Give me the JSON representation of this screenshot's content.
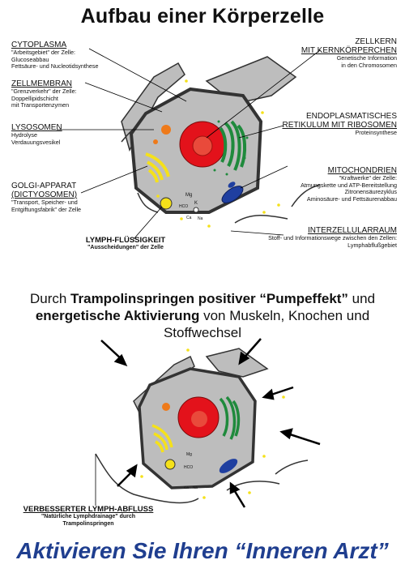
{
  "title": "Aufbau einer Körperzelle",
  "labels": {
    "cytoplasma": {
      "head": "CYTOPLASMA",
      "lines": [
        "\"Arbeitsgebiet\" der Zelle:",
        "Glucoseabbau",
        "Fettsäure- und Nucleotidsynthese"
      ]
    },
    "zellmembran": {
      "head": "ZELLMEMBRAN",
      "lines": [
        "\"Grenzverkehr\" der Zelle:",
        "Doppellipidschicht",
        "mit Transportenzymen"
      ]
    },
    "lysosomen": {
      "head": "LYSOSOMEN",
      "lines": [
        "Hydrolyse",
        "Verdauungsvesikel"
      ]
    },
    "golgi": {
      "head1": "GOLGI-APPARAT",
      "head2": "(DICTYOSOMEN)",
      "lines": [
        "\"Transport, Speicher- und",
        "Entgiftungsfabrik\" der Zelle"
      ]
    },
    "lymph": {
      "head": "LYMPH-FLÜSSIGKEIT",
      "sub": "\"Ausscheidungen\" der Zelle"
    },
    "zellkern": {
      "head1": "ZELLKERN",
      "head2": "MIT KERNKÖRPERCHEN",
      "lines": [
        "Genetische Information",
        "in den Chromosomen"
      ]
    },
    "er": {
      "head1": "ENDOPLASMATISCHES",
      "head2": "RETIKULUM MIT RIBOSOMEN",
      "lines": [
        "Proteinsynthese"
      ]
    },
    "mito": {
      "head": "MITOCHONDRIEN",
      "lines": [
        "\"Kraftwerke\" der Zelle:",
        "Atmungskette und ATP-Bereitstellung",
        "Zitronensäurezyklus",
        "Aminosäure- und Fettsäurenabbau"
      ]
    },
    "interzell": {
      "head": "INTERZELLULARRAUM",
      "lines": [
        "Stoff- und Informationswege zwischen den Zellen:",
        "Lymphabflußgebiet"
      ]
    },
    "verbessert": {
      "head": "VERBESSERTER LYMPH-ABFLUSS",
      "lines": [
        "\"Natürliche Lymphdrainage\" durch",
        "Trampolinspringen"
      ]
    }
  },
  "ions": {
    "mg": "Mg",
    "hco3": "HCO",
    "ca": "Ca",
    "k": "K",
    "na": "Na"
  },
  "middle": {
    "line1_a": "Durch ",
    "line1_b": "Trampolinspringen positiver “Pumpeffekt”",
    "line1_c": " und",
    "line2_a": "energetische Aktivierung",
    "line2_b": " von Muskeln, Knochen und Stoffwechsel"
  },
  "footer": "Aktivieren Sie Ihren “Inneren Arzt”",
  "colors": {
    "nucleus": "#e3121b",
    "er": "#1f8a3c",
    "mito": "#1f3fa0",
    "golgi": "#f5e11a",
    "lysosome": "#ee7a1a",
    "cyto": "#b9b9b9",
    "footer": "#1f3e8f"
  }
}
